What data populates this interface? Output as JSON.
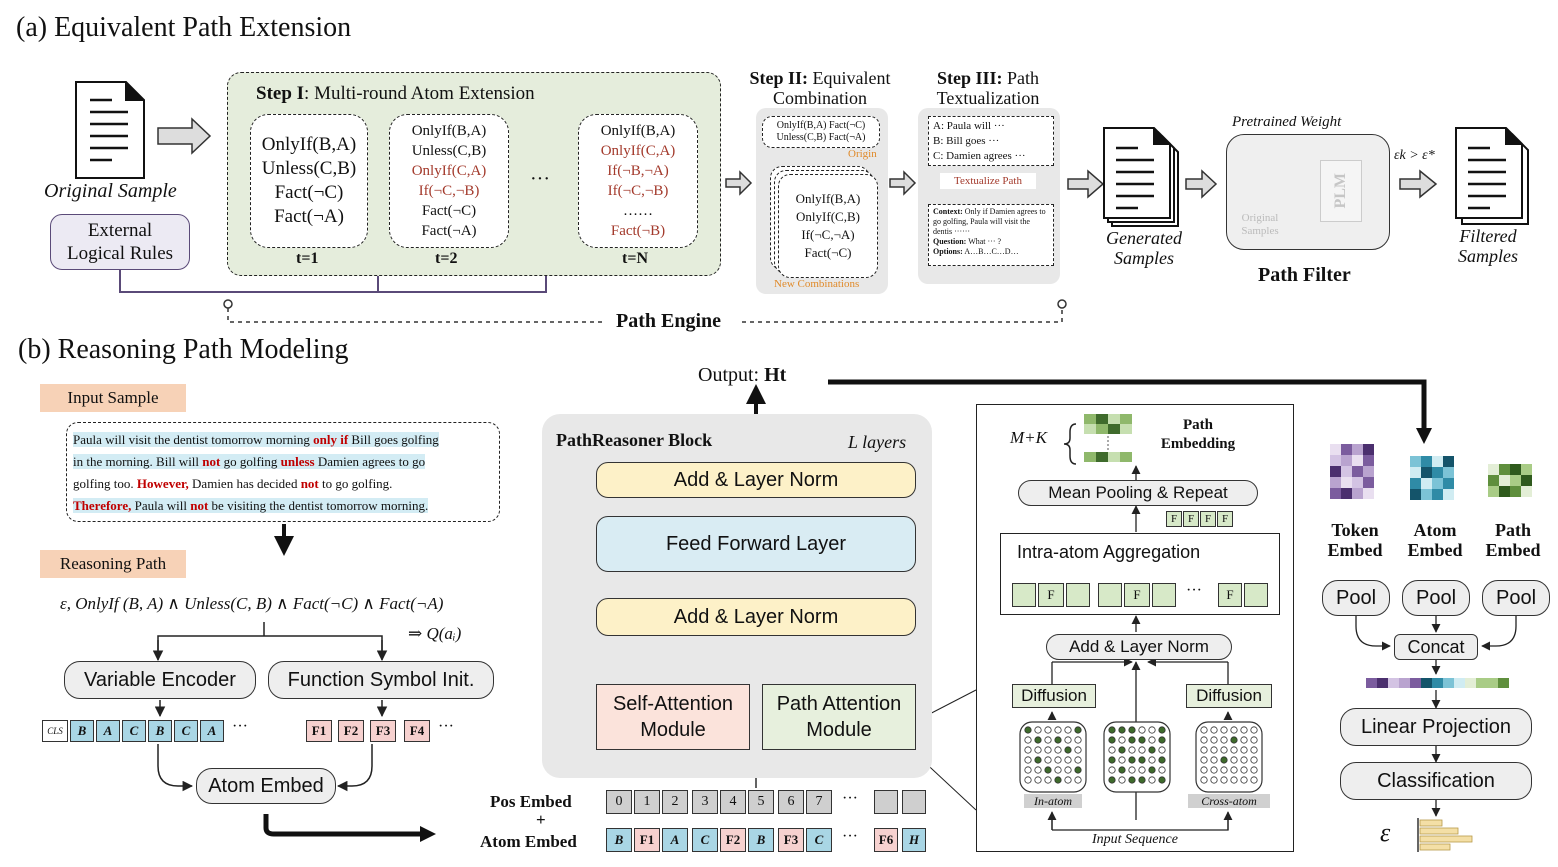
{
  "section_a": {
    "title": "(a)  Equivalent Path Extension",
    "original_sample": "Original Sample",
    "external_rules_line1": "External",
    "external_rules_line2": "Logical Rules",
    "step1_title_bold": "Step I",
    "step1_title_rest": ": Multi-round Atom Extension",
    "t1_lines": [
      "OnlyIf(B,A)",
      "Unless(C,B)",
      "Fact(¬C)",
      "Fact(¬A)"
    ],
    "t2_lines_black_top": [
      "OnlyIf(B,A)",
      "Unless(C,B)"
    ],
    "t2_lines_red": [
      "OnlyIf(C,A)",
      "If(¬C,¬B)"
    ],
    "t2_lines_black_bottom": [
      "Fact(¬C)",
      "Fact(¬A)"
    ],
    "tN_lines_black": [
      "OnlyIf(B,A)"
    ],
    "tN_lines_red": [
      "OnlyIf(C,A)",
      "If(¬B,¬A)",
      "If(¬C,¬B)",
      "……",
      "Fact(¬B)"
    ],
    "t1_label": "t=1",
    "t2_label": "t=2",
    "tN_label": "t=N",
    "ellipsis": "···",
    "step2_bold": "Step II:",
    "step2_line1": "Equivalent",
    "step2_line2": "Combination",
    "step2_origin_line1": "OnlyIf(B,A) Fact(¬C)",
    "step2_origin_line2": "Unless(C,B) Fact(¬A)",
    "step2_origin_label": "Origin",
    "step2_combo": [
      "OnlyIf(B,A)",
      "OnlyIf(C,B)",
      "If(¬C,¬A)",
      "Fact(¬C)"
    ],
    "step2_new_label": "New Combinations",
    "step3_bold": "Step III:",
    "step3_line1": "Path",
    "step3_line2": "Textualization",
    "step3_opts": [
      "A: Paula will ···",
      "B: Bill goes ···",
      "C: Damien agrees ···"
    ],
    "step3_textualize": "Textualize Path",
    "step3_context_label": "Context:",
    "step3_context_text": "Only if Damien agrees to go golfing, Paula will visit the dentis ······",
    "step3_question_label": "Question:",
    "step3_question_text": "What ··· ?",
    "step3_options_label": "Options:",
    "step3_options_text": "A…B…C…D…",
    "generated_line1": "Generated",
    "generated_line2": "Samples",
    "pretrained_weight": "Pretrained Weight",
    "original_samples_line1": "Original",
    "original_samples_line2": "Samples",
    "plm": "PLM",
    "path_filter": "Path Filter",
    "epsilon_cond": "εk > ε*",
    "filtered_line1": "Filtered",
    "filtered_line2": "Samples",
    "path_engine": "Path Engine"
  },
  "section_b": {
    "title": "(b)  Reasoning Path Modeling",
    "input_sample_label": "Input Sample",
    "reasoning_path_label": "Reasoning Path",
    "formula_line1": "ε, OnlyIf (B, A) ∧ Unless(C, B) ∧ Fact(¬C) ∧ Fact(¬A)",
    "formula_line2": "⇒ Q(aᵢ)",
    "variable_encoder": "Variable Encoder",
    "function_symbol_init": "Function Symbol Init.",
    "var_cells": [
      "CLS",
      "B",
      "A",
      "C",
      "B",
      "C",
      "A"
    ],
    "func_cells": [
      "F1",
      "F2",
      "F3",
      "F4"
    ],
    "ellipsis": "···",
    "atom_embed_pill": "Atom Embed",
    "output_label": "Output: ",
    "output_bold": "Ht",
    "block_title": "PathReasoner Block",
    "layers_label": "L layers",
    "add_norm_top": "Add & Layer Norm",
    "feed_forward": "Feed Forward Layer",
    "add_norm_mid": "Add & Layer Norm",
    "self_attn_line1": "Self-Attention",
    "self_attn_line2": "Module",
    "path_attn_line1": "Path Attention",
    "path_attn_line2": "Module",
    "pos_embed": "Pos Embed",
    "plus": "+",
    "atom_embed_label": "Atom Embed",
    "pos_cells": [
      "0",
      "1",
      "2",
      "3",
      "4",
      "5",
      "6",
      "7"
    ],
    "atom_cells": [
      "B",
      "F1",
      "A",
      "C",
      "F2",
      "B",
      "F3",
      "C",
      "F6",
      "H"
    ],
    "mk_label": "M+K",
    "path_embedding_line1": "Path",
    "path_embedding_line2": "Embedding",
    "mean_pooling": "Mean Pooling & Repeat",
    "f_cells": [
      "F",
      "F",
      "F",
      "F"
    ],
    "intra_atom": "Intra-atom Aggregation",
    "add_norm_inner": "Add & Layer Norm",
    "diffusion": "Diffusion",
    "in_atom": "In-atom",
    "cross_atom": "Cross-atom",
    "input_sequence": "Input Sequence",
    "token_embed_line1": "Token",
    "token_embed_line2": "Embed",
    "atom_embed_line1": "Atom",
    "atom_embed_line2": "Embed",
    "path_embed_line1": "Path",
    "path_embed_line2": "Embed",
    "pool": "Pool",
    "concat": "Concat",
    "linear_projection": "Linear Projection",
    "classification": "Classification",
    "epsilon": "ε"
  },
  "input_text": {
    "l1_a": "Paula will visit the dentist tomorrow morning ",
    "l1_kw": "only if",
    "l1_b": " Bill goes golfing",
    "l2_a": "in the morning. Bill will ",
    "l2_kw1": "not",
    "l2_b": " go golfing ",
    "l2_kw2": "unless",
    "l2_c": " Damien agrees to go",
    "l3_a": "golfing too. ",
    "l3_kw1": "However,",
    "l3_b": " Damien has decided ",
    "l3_kw2": "not",
    "l3_c": " to go golfing.",
    "l4_kw1": "Therefore,",
    "l4_a": " Paula will ",
    "l4_kw2": "not",
    "l4_b": " be visiting the dentist tomorrow morning."
  },
  "colors": {
    "step_panel": "#e5eddc",
    "label_orange": "#f7d2b7",
    "yellow_block": "#fdf1c8",
    "blue_block": "#d9ecf3",
    "pink_block": "#fbe3db",
    "green_block": "#e7f0dd",
    "gray_panel": "#e8e8e8",
    "purple_line": "#5a4a78"
  }
}
